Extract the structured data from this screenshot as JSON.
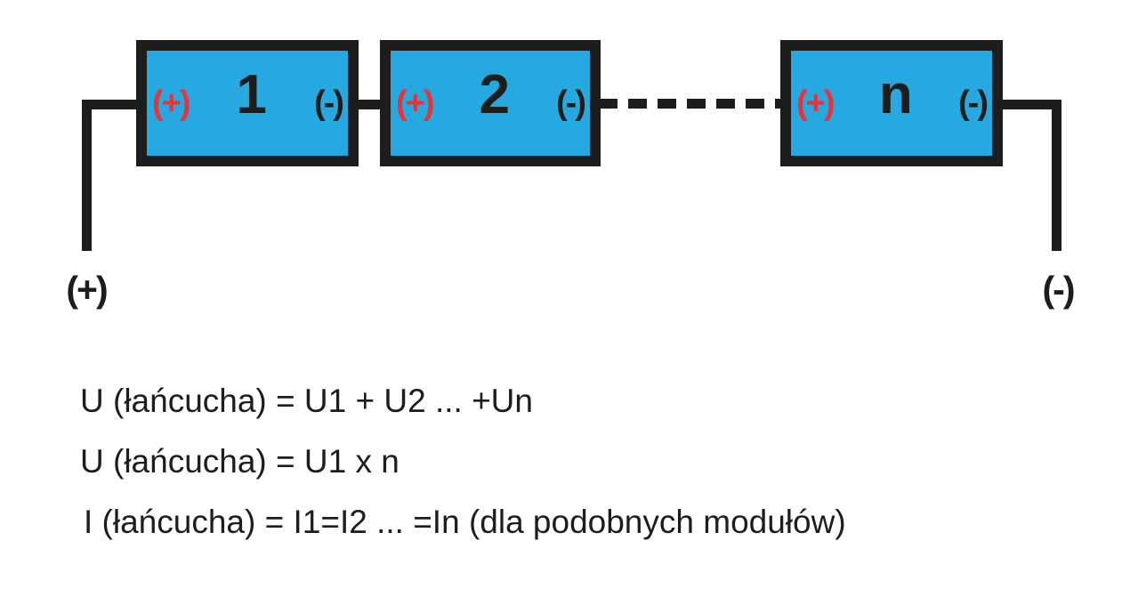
{
  "diagram": {
    "title_semantic": "series-connection-of-modules",
    "modules": [
      {
        "positive_label": "(+)",
        "number": "1",
        "negative_label": "(-)"
      },
      {
        "positive_label": "(+)",
        "number": "2",
        "negative_label": "(-)"
      },
      {
        "positive_label": "(+)",
        "number": "n",
        "negative_label": "(-)"
      }
    ],
    "terminals": {
      "positive": "(+)",
      "negative": "(-)"
    },
    "colors": {
      "module_fill": "#25A9E0",
      "outline_black": "#1D1D1B",
      "positive_red": "#EC3237"
    }
  },
  "formulas": {
    "line1": "U (łańcucha) = U1 + U2 ... +Un",
    "line2": "U (łańcucha) = U1 x n",
    "line3": "I (łańcucha) = I1=I2 ... =In (dla podobnych modułów)"
  }
}
